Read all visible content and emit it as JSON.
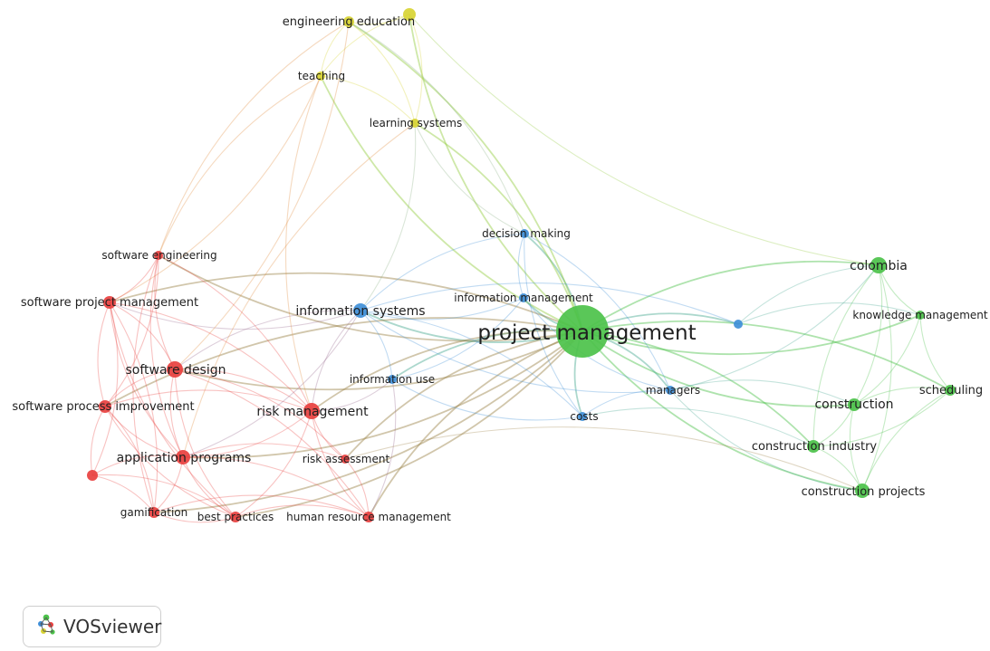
{
  "app": {
    "brand": "VOSviewer"
  },
  "clusters": {
    "red": "#e8403f",
    "green": "#4cc24a",
    "blue": "#3f8fd8",
    "yellow": "#d8d433"
  },
  "nodes": [
    {
      "id": "project-management",
      "label": "project management",
      "cluster": "green"
    },
    {
      "id": "colombia",
      "label": "colombia",
      "cluster": "green"
    },
    {
      "id": "knowledge-management",
      "label": "knowledge management",
      "cluster": "green"
    },
    {
      "id": "scheduling",
      "label": "scheduling",
      "cluster": "green"
    },
    {
      "id": "construction",
      "label": "construction",
      "cluster": "green"
    },
    {
      "id": "construction-industry",
      "label": "construction industry",
      "cluster": "green"
    },
    {
      "id": "construction-projects",
      "label": "construction projects",
      "cluster": "green"
    },
    {
      "id": "information-systems",
      "label": "information systems",
      "cluster": "blue"
    },
    {
      "id": "decision-making",
      "label": "decision making",
      "cluster": "blue"
    },
    {
      "id": "information-management",
      "label": "information management",
      "cluster": "blue"
    },
    {
      "id": "information-use",
      "label": "information use",
      "cluster": "blue"
    },
    {
      "id": "managers",
      "label": "managers",
      "cluster": "blue"
    },
    {
      "id": "costs",
      "label": "costs",
      "cluster": "blue"
    },
    {
      "id": "blue-unlabeled",
      "label": "",
      "cluster": "blue"
    },
    {
      "id": "engineering-education",
      "label": "engineering education",
      "cluster": "yellow"
    },
    {
      "id": "yellow-unlabeled",
      "label": "",
      "cluster": "yellow"
    },
    {
      "id": "teaching",
      "label": "teaching",
      "cluster": "yellow"
    },
    {
      "id": "learning-systems",
      "label": "learning systems",
      "cluster": "yellow"
    },
    {
      "id": "software-engineering",
      "label": "software engineering",
      "cluster": "red"
    },
    {
      "id": "software-project-management",
      "label": "software project management",
      "cluster": "red"
    },
    {
      "id": "software-design",
      "label": "software design",
      "cluster": "red"
    },
    {
      "id": "software-process-improvement",
      "label": "software process improvement",
      "cluster": "red"
    },
    {
      "id": "risk-management",
      "label": "risk management",
      "cluster": "red"
    },
    {
      "id": "application-programs",
      "label": "application programs",
      "cluster": "red"
    },
    {
      "id": "risk-assessment",
      "label": "risk assessment",
      "cluster": "red"
    },
    {
      "id": "gamification",
      "label": "gamification",
      "cluster": "red"
    },
    {
      "id": "best-practices",
      "label": "best practices",
      "cluster": "red"
    },
    {
      "id": "human-resource-management",
      "label": "human resource management",
      "cluster": "red"
    },
    {
      "id": "red-unlabeled",
      "label": "",
      "cluster": "red"
    }
  ],
  "links": [
    [
      "project-management",
      "colombia"
    ],
    [
      "project-management",
      "knowledge-management"
    ],
    [
      "project-management",
      "scheduling"
    ],
    [
      "project-management",
      "construction"
    ],
    [
      "project-management",
      "construction-industry"
    ],
    [
      "project-management",
      "construction-projects"
    ],
    [
      "project-management",
      "information-systems"
    ],
    [
      "project-management",
      "decision-making"
    ],
    [
      "project-management",
      "information-management"
    ],
    [
      "project-management",
      "information-use"
    ],
    [
      "project-management",
      "managers"
    ],
    [
      "project-management",
      "costs"
    ],
    [
      "project-management",
      "blue-unlabeled"
    ],
    [
      "project-management",
      "engineering-education"
    ],
    [
      "project-management",
      "teaching"
    ],
    [
      "project-management",
      "learning-systems"
    ],
    [
      "project-management",
      "software-engineering"
    ],
    [
      "project-management",
      "software-project-management"
    ],
    [
      "project-management",
      "software-design"
    ],
    [
      "project-management",
      "risk-management"
    ],
    [
      "project-management",
      "application-programs"
    ],
    [
      "project-management",
      "risk-assessment"
    ],
    [
      "project-management",
      "best-practices"
    ],
    [
      "project-management",
      "human-resource-management"
    ],
    [
      "project-management",
      "gamification"
    ],
    [
      "project-management",
      "software-process-improvement"
    ],
    [
      "project-management",
      "yellow-unlabeled"
    ],
    [
      "colombia",
      "knowledge-management"
    ],
    [
      "colombia",
      "construction"
    ],
    [
      "colombia",
      "construction-industry"
    ],
    [
      "colombia",
      "construction-projects"
    ],
    [
      "colombia",
      "blue-unlabeled"
    ],
    [
      "colombia",
      "managers"
    ],
    [
      "knowledge-management",
      "scheduling"
    ],
    [
      "knowledge-management",
      "construction"
    ],
    [
      "scheduling",
      "construction"
    ],
    [
      "scheduling",
      "construction-industry"
    ],
    [
      "scheduling",
      "construction-projects"
    ],
    [
      "construction",
      "construction-industry"
    ],
    [
      "construction",
      "construction-projects"
    ],
    [
      "construction-industry",
      "construction-projects"
    ],
    [
      "construction",
      "managers"
    ],
    [
      "construction-projects",
      "managers"
    ],
    [
      "construction-industry",
      "costs"
    ],
    [
      "information-systems",
      "decision-making"
    ],
    [
      "information-systems",
      "information-management"
    ],
    [
      "information-systems",
      "information-use"
    ],
    [
      "information-systems",
      "managers"
    ],
    [
      "information-systems",
      "costs"
    ],
    [
      "information-systems",
      "software-design"
    ],
    [
      "information-systems",
      "software-project-management"
    ],
    [
      "information-systems",
      "risk-management"
    ],
    [
      "information-systems",
      "blue-unlabeled"
    ],
    [
      "decision-making",
      "information-management"
    ],
    [
      "decision-making",
      "managers"
    ],
    [
      "decision-making",
      "costs"
    ],
    [
      "decision-making",
      "learning-systems"
    ],
    [
      "information-management",
      "managers"
    ],
    [
      "information-management",
      "information-use"
    ],
    [
      "information-use",
      "costs"
    ],
    [
      "information-use",
      "risk-management"
    ],
    [
      "managers",
      "costs"
    ],
    [
      "blue-unlabeled",
      "knowledge-management"
    ],
    [
      "engineering-education",
      "teaching"
    ],
    [
      "engineering-education",
      "learning-systems"
    ],
    [
      "engineering-education",
      "yellow-unlabeled"
    ],
    [
      "teaching",
      "learning-systems"
    ],
    [
      "teaching",
      "software-engineering"
    ],
    [
      "teaching",
      "software-project-management"
    ],
    [
      "teaching",
      "risk-management"
    ],
    [
      "teaching",
      "yellow-unlabeled"
    ],
    [
      "learning-systems",
      "yellow-unlabeled"
    ],
    [
      "learning-systems",
      "information-systems"
    ],
    [
      "engineering-education",
      "software-engineering"
    ],
    [
      "engineering-education",
      "software-design"
    ],
    [
      "learning-systems",
      "application-programs"
    ],
    [
      "engineering-education",
      "decision-making"
    ],
    [
      "yellow-unlabeled",
      "colombia"
    ],
    [
      "software-engineering",
      "software-project-management"
    ],
    [
      "software-engineering",
      "software-design"
    ],
    [
      "software-engineering",
      "software-process-improvement"
    ],
    [
      "software-engineering",
      "application-programs"
    ],
    [
      "software-engineering",
      "risk-management"
    ],
    [
      "software-engineering",
      "gamification"
    ],
    [
      "software-project-management",
      "software-design"
    ],
    [
      "software-project-management",
      "software-process-improvement"
    ],
    [
      "software-project-management",
      "risk-management"
    ],
    [
      "software-project-management",
      "application-programs"
    ],
    [
      "software-project-management",
      "gamification"
    ],
    [
      "software-project-management",
      "best-practices"
    ],
    [
      "software-project-management",
      "red-unlabeled"
    ],
    [
      "software-design",
      "software-process-improvement"
    ],
    [
      "software-design",
      "risk-management"
    ],
    [
      "software-design",
      "application-programs"
    ],
    [
      "software-design",
      "risk-assessment"
    ],
    [
      "software-design",
      "best-practices"
    ],
    [
      "software-design",
      "human-resource-management"
    ],
    [
      "software-process-improvement",
      "application-programs"
    ],
    [
      "software-process-improvement",
      "gamification"
    ],
    [
      "software-process-improvement",
      "best-practices"
    ],
    [
      "software-process-improvement",
      "risk-management"
    ],
    [
      "software-process-improvement",
      "red-unlabeled"
    ],
    [
      "risk-management",
      "application-programs"
    ],
    [
      "risk-management",
      "risk-assessment"
    ],
    [
      "risk-management",
      "best-practices"
    ],
    [
      "risk-management",
      "human-resource-management"
    ],
    [
      "application-programs",
      "gamification"
    ],
    [
      "application-programs",
      "best-practices"
    ],
    [
      "application-programs",
      "human-resource-management"
    ],
    [
      "application-programs",
      "red-unlabeled"
    ],
    [
      "application-programs",
      "risk-assessment"
    ],
    [
      "gamification",
      "best-practices"
    ],
    [
      "gamification",
      "human-resource-management"
    ],
    [
      "gamification",
      "red-unlabeled"
    ],
    [
      "best-practices",
      "human-resource-management"
    ],
    [
      "best-practices",
      "red-unlabeled"
    ],
    [
      "risk-assessment",
      "human-resource-management"
    ],
    [
      "human-resource-management",
      "information-use"
    ],
    [
      "risk-assessment",
      "construction-projects"
    ],
    [
      "application-programs",
      "information-systems"
    ]
  ]
}
